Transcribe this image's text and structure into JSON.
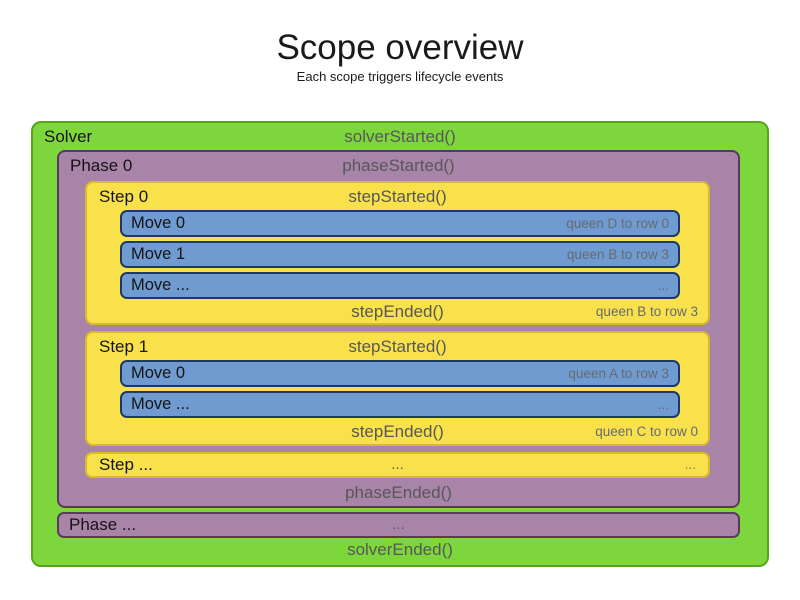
{
  "title": "Scope overview",
  "subtitle": "Each scope triggers lifecycle events",
  "colors": {
    "solver_fill": "#7dd63b",
    "solver_border": "#57a41f",
    "phase_fill": "#a984a9",
    "phase_border": "#593a5b",
    "step_fill": "#f8e14b",
    "step_border": "#d9b92c",
    "move_fill": "#6f9bd1",
    "move_border": "#1d3a66",
    "event_text": "#575757",
    "note_text": "#666a72"
  },
  "solver": {
    "label": "Solver",
    "started_event": "solverStarted()",
    "ended_event": "solverEnded()",
    "phase": {
      "label": "Phase 0",
      "started_event": "phaseStarted()",
      "ended_event": "phaseEnded()",
      "steps": [
        {
          "label": "Step 0",
          "started_event": "stepStarted()",
          "moves": [
            {
              "label": "Move 0",
              "note": "queen D to row 0"
            },
            {
              "label": "Move 1",
              "note": "queen B to row 3"
            },
            {
              "label": "Move ...",
              "note": "..."
            }
          ],
          "ended_event": "stepEnded()",
          "ended_note": "queen B to row 3"
        },
        {
          "label": "Step 1",
          "started_event": "stepStarted()",
          "moves": [
            {
              "label": "Move 0",
              "note": "queen A to row 3"
            },
            {
              "label": "Move ...",
              "note": "..."
            }
          ],
          "ended_event": "stepEnded()",
          "ended_note": "queen C to row 0"
        }
      ],
      "more_steps": {
        "label": "Step ...",
        "center_note": "...",
        "right_note": "..."
      }
    },
    "more_phases": {
      "label": "Phase ...",
      "center_note": "..."
    }
  }
}
